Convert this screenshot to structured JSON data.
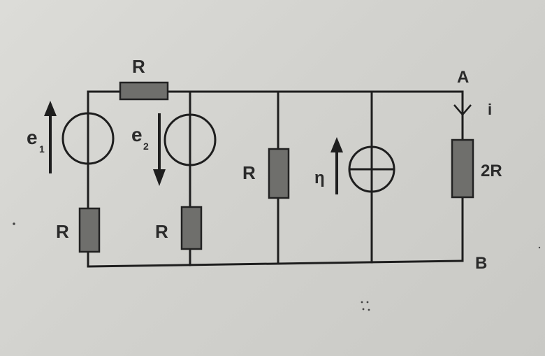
{
  "diagram": {
    "labels": {
      "r_top": "R",
      "r_left_bottom": "R",
      "r_mid_bottom": "R",
      "r_center": "R",
      "r_right": "2R",
      "e1_main": "e",
      "e1_sub": "1",
      "e2_main": "e",
      "e2_sub": "2",
      "eta": "η",
      "node_a": "A",
      "node_b": "B",
      "current_i": "i"
    }
  }
}
